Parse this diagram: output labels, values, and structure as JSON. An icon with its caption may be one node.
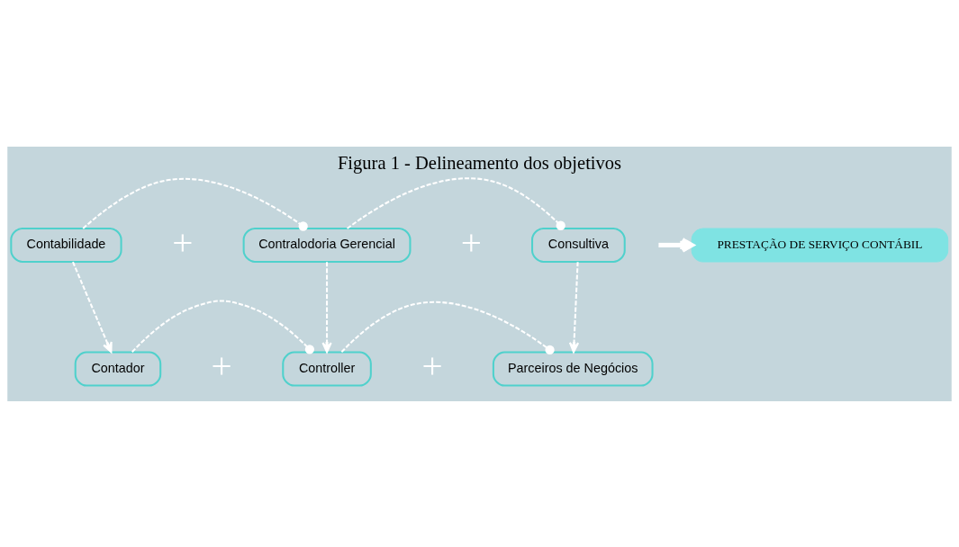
{
  "diagram": {
    "title": "Figura 1 - Delineamento dos objetivos",
    "nodes": [
      {
        "text": [
          "Contabilidade"
        ]
      },
      {
        "text": [
          "Contralodoria Gerencial"
        ]
      },
      {
        "text": [
          "Consultiva"
        ]
      },
      {
        "text": [
          "Contador"
        ]
      },
      {
        "text": [
          "Controller"
        ]
      },
      {
        "text": [
          "Parceiros de Negócios"
        ]
      },
      {
        "text": [
          "PRESTAÇÃO DE SERVIÇO CONTÁBIL"
        ]
      }
    ],
    "edges": [
      {
        "from": 0,
        "to": 3,
        "arrow": "to",
        "style": "dashed"
      },
      {
        "from": 1,
        "to": 4,
        "arrow": "to",
        "style": "dashed"
      },
      {
        "from": 2,
        "to": 5,
        "arrow": "to",
        "style": "dashed"
      },
      {
        "from": 0,
        "to": 1,
        "arrow": "other",
        "style": "dashed"
      },
      {
        "from": 1,
        "to": 2,
        "arrow": "other",
        "style": "dashed"
      },
      {
        "from": 3,
        "to": 4,
        "arrow": "other",
        "style": "dashed"
      },
      {
        "from": 4,
        "to": 5,
        "arrow": "other",
        "style": "dashed"
      },
      {
        "from": null,
        "to": 6,
        "arrow": "to",
        "style": "thick"
      }
    ],
    "labels": [
      "+",
      "+",
      "+",
      "+"
    ]
  }
}
